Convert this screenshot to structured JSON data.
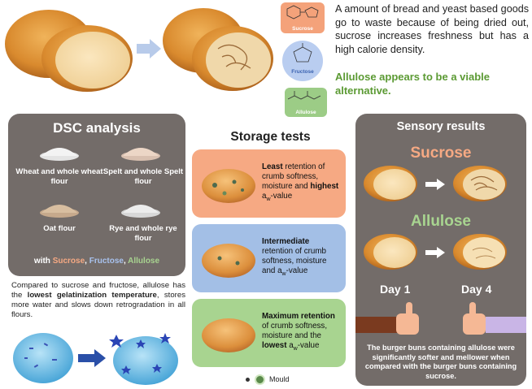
{
  "intro": {
    "text": "A amount of bread and yeast based goods go to waste because of being dried out, sucrose increases freshness but has a high calorie density.",
    "highlight": "Allulose appears to be a viable alternative."
  },
  "sugars": [
    {
      "label": "Sucrose",
      "color": "#f4a27a"
    },
    {
      "label": "Fructose",
      "color": "#9db8e3"
    },
    {
      "label": "Allulose",
      "color": "#9ccc86"
    }
  ],
  "dsc": {
    "title": "DSC analysis",
    "flours": [
      "Wheat and whole wheat flour",
      "Spelt and whole Spelt flour",
      "Oat flour",
      "Rye and whole rye flour"
    ],
    "with_prefix": "with",
    "with_sugars": [
      "Sucrose",
      "Fructose",
      "Allulose"
    ],
    "with_sep": ", ",
    "summary_pre": "Compared to sucrose and fructose, allulose has the ",
    "summary_bold": "lowest gelatinization temperature",
    "summary_post": ", stores more water and slows down retrogradation in all flours."
  },
  "storage": {
    "title": "Storage tests",
    "boxes": [
      {
        "color": "#f6a983",
        "parts": [
          [
            "b",
            "Least"
          ],
          [
            "n",
            " retention of crumb softness, moisture and "
          ],
          [
            "b",
            "highest"
          ],
          [
            "n",
            " a"
          ],
          [
            "sub",
            "w"
          ],
          [
            "n",
            "-value"
          ]
        ]
      },
      {
        "color": "#a3bfe6",
        "parts": [
          [
            "b",
            "Intermediate"
          ],
          [
            "n",
            " retention of crumb softness, moisture and a"
          ],
          [
            "sub",
            "w"
          ],
          [
            "n",
            "-value"
          ]
        ]
      },
      {
        "color": "#a8d490",
        "parts": [
          [
            "b",
            "Maximum retention"
          ],
          [
            "n",
            " of crumb softness, moisture and the "
          ],
          [
            "b",
            "lowest"
          ],
          [
            "n",
            " a"
          ],
          [
            "sub",
            "w"
          ],
          [
            "n",
            "-value"
          ]
        ]
      }
    ],
    "legend": "Mould"
  },
  "sensory": {
    "title": "Sensory results",
    "rows": [
      {
        "label": "Sucrose",
        "color": "#f4a27a"
      },
      {
        "label": "Allulose",
        "color": "#9ccc86"
      }
    ],
    "days": [
      "Day 1",
      "Day 4"
    ],
    "conclusion": "The burger buns containing allulose were significantly softer and mellower when compared with the burger buns containing sucrose."
  }
}
